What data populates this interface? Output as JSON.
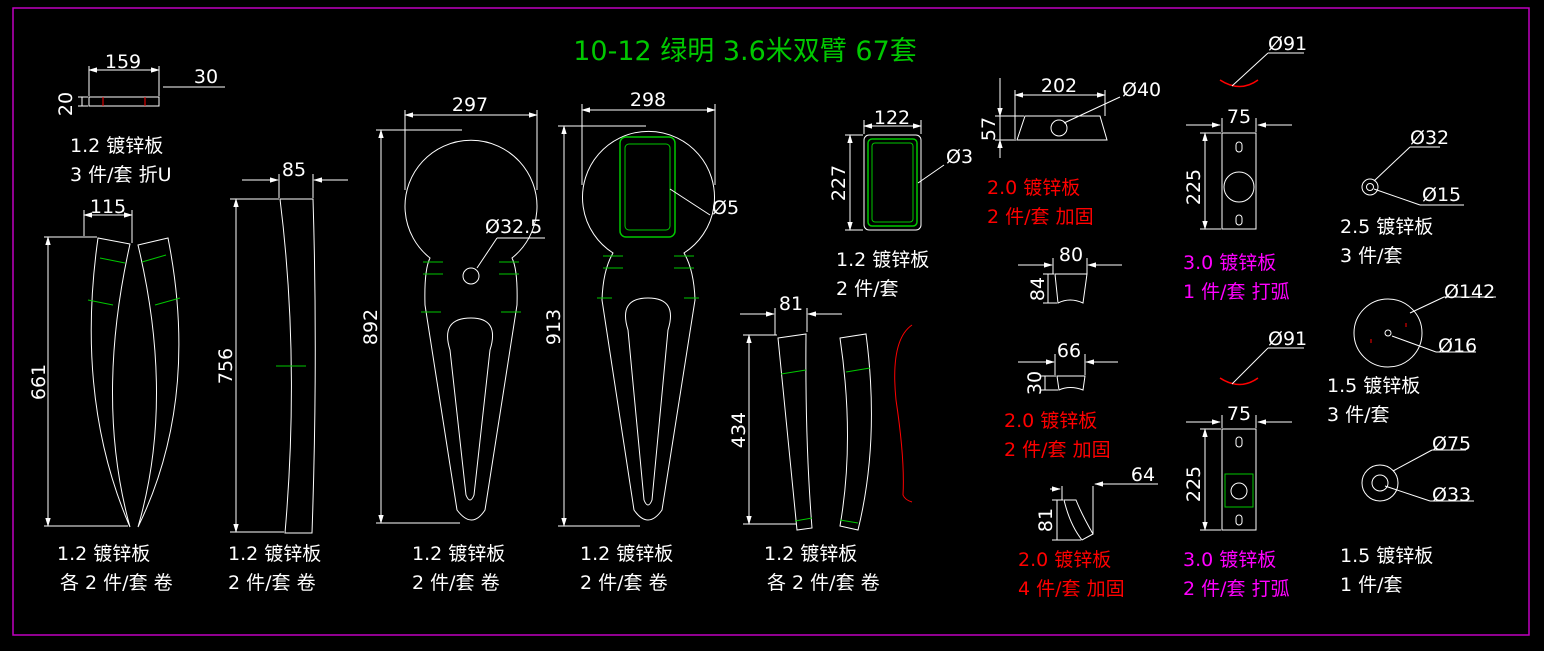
{
  "title": "10-12 绿明 3.6米双臂 67套",
  "colors": {
    "background": "#000000",
    "line": "#ffffff",
    "green": "#00c800",
    "red": "#ff0000",
    "magenta": "#ff00ff",
    "border": "#c000c0"
  },
  "parts": {
    "p1": {
      "dims": [
        "159",
        "30",
        "20"
      ],
      "material": "1.2 镀锌板",
      "qty": "3 件/套 折U"
    },
    "p2": {
      "dims": [
        "115",
        "661"
      ],
      "material": "1.2 镀锌板",
      "qty": "各 2 件/套 卷"
    },
    "p3": {
      "dims": [
        "85",
        "756"
      ],
      "material": "1.2 镀锌板",
      "qty": "2 件/套 卷"
    },
    "p4": {
      "dims": [
        "297",
        "892",
        "Ø32.5"
      ],
      "material": "1.2 镀锌板",
      "qty": "2 件/套 卷"
    },
    "p5": {
      "dims": [
        "298",
        "913",
        "Ø5"
      ],
      "material": "1.2 镀锌板",
      "qty": "2 件/套 卷"
    },
    "p6": {
      "dims": [
        "81",
        "434"
      ],
      "material": "1.2 镀锌板",
      "qty": "各 2 件/套 卷"
    },
    "p7": {
      "dims": [
        "122",
        "227",
        "Ø3"
      ],
      "material": "1.2 镀锌板",
      "qty": "2 件/套"
    },
    "p8": {
      "dims": [
        "202",
        "57",
        "Ø40"
      ],
      "material": "2.0 镀锌板",
      "qty": "2 件/套 加固"
    },
    "p9": {
      "dims": [
        "80",
        "84",
        "66",
        "30"
      ],
      "material": "2.0 镀锌板",
      "qty": "2 件/套 加固"
    },
    "p10": {
      "dims": [
        "64",
        "81"
      ],
      "material": "2.0 镀锌板",
      "qty": "4 件/套 加固"
    },
    "p11": {
      "dims": [
        "Ø91",
        "75",
        "225"
      ],
      "material": "3.0 镀锌板",
      "qty": "1 件/套 打弧"
    },
    "p12": {
      "dims": [
        "Ø91",
        "75",
        "225"
      ],
      "material": "3.0 镀锌板",
      "qty": "2 件/套 打弧"
    },
    "p13": {
      "dims": [
        "Ø32",
        "Ø15"
      ],
      "material": "2.5 镀锌板",
      "qty": "3 件/套"
    },
    "p14": {
      "dims": [
        "Ø142",
        "Ø16"
      ],
      "material": "1.5 镀锌板",
      "qty": "3 件/套"
    },
    "p15": {
      "dims": [
        "Ø75",
        "Ø33"
      ],
      "material": "1.5 镀锌板",
      "qty": "1 件/套"
    }
  }
}
